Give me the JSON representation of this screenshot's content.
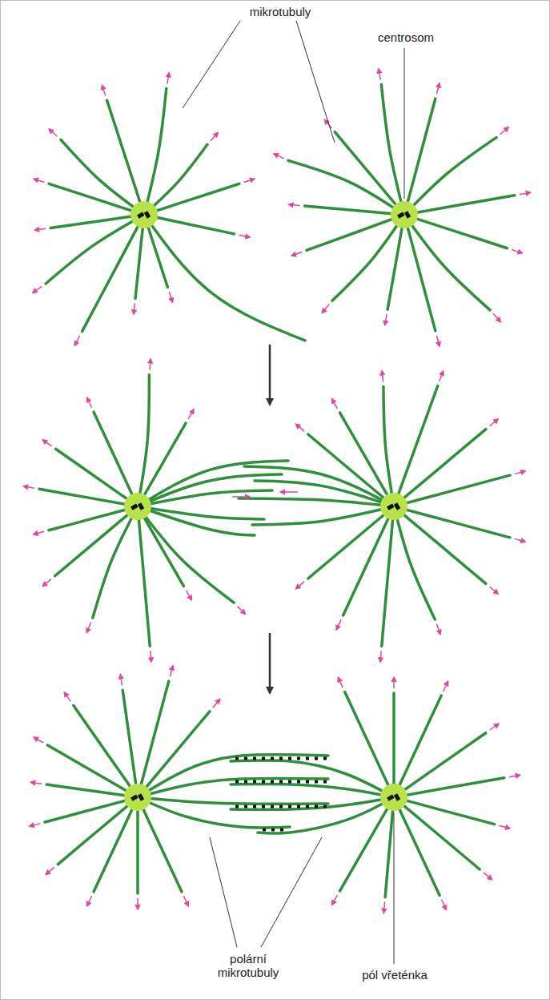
{
  "diagram": {
    "labels": [
      "mikrotubuly",
      "centrosom",
      "polární mikrotubuly",
      "pól vřeténka"
    ]
  }
}
